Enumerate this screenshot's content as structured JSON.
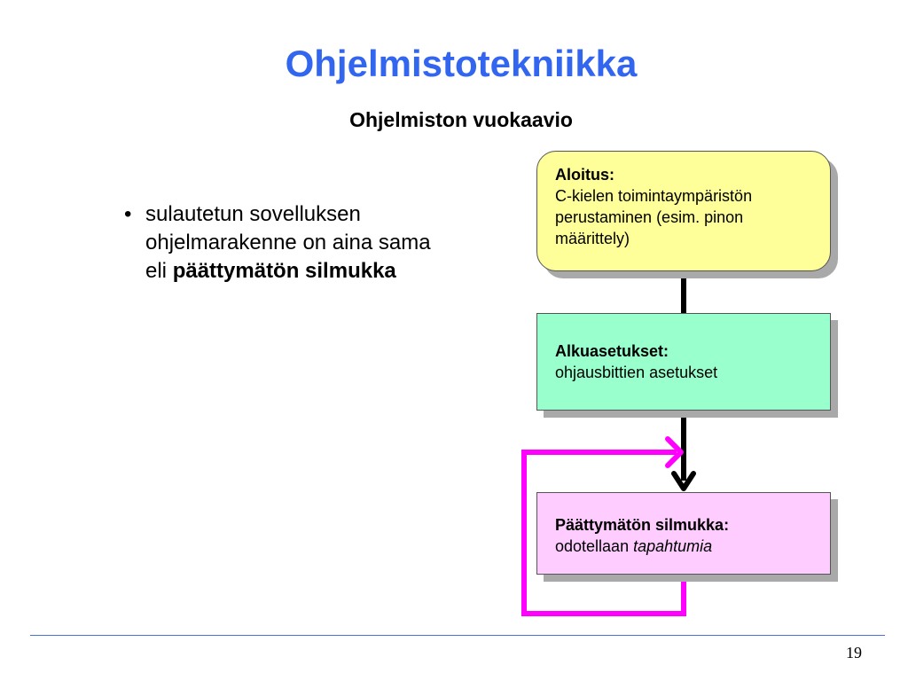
{
  "slide": {
    "title": "Ohjelmistotekniikka",
    "subtitle": "Ohjelmiston vuokaavio",
    "bullet": {
      "marker": "•",
      "text_before": "sulautetun sovelluksen ohjelmarakenne on aina sama eli ",
      "text_bold": "päättymätön silmukka"
    },
    "page_number": "19"
  },
  "flowchart": {
    "start_box": {
      "heading": "Aloitus:",
      "body": "C-kielen toimintaympäristön perustaminen (esim. pinon määrittely)",
      "fill": "#ffff99"
    },
    "init_box": {
      "heading": "Alkuasetukset:",
      "body": "ohjausbittien asetukset",
      "fill": "#99ffcc"
    },
    "loop_box": {
      "heading": "Päättymätön silmukka:",
      "body_plain": "odotellaan ",
      "body_italic": "tapahtumia",
      "fill": "#ffccff"
    },
    "arrow_color": "#000000",
    "loop_color": "#ff00ff"
  }
}
